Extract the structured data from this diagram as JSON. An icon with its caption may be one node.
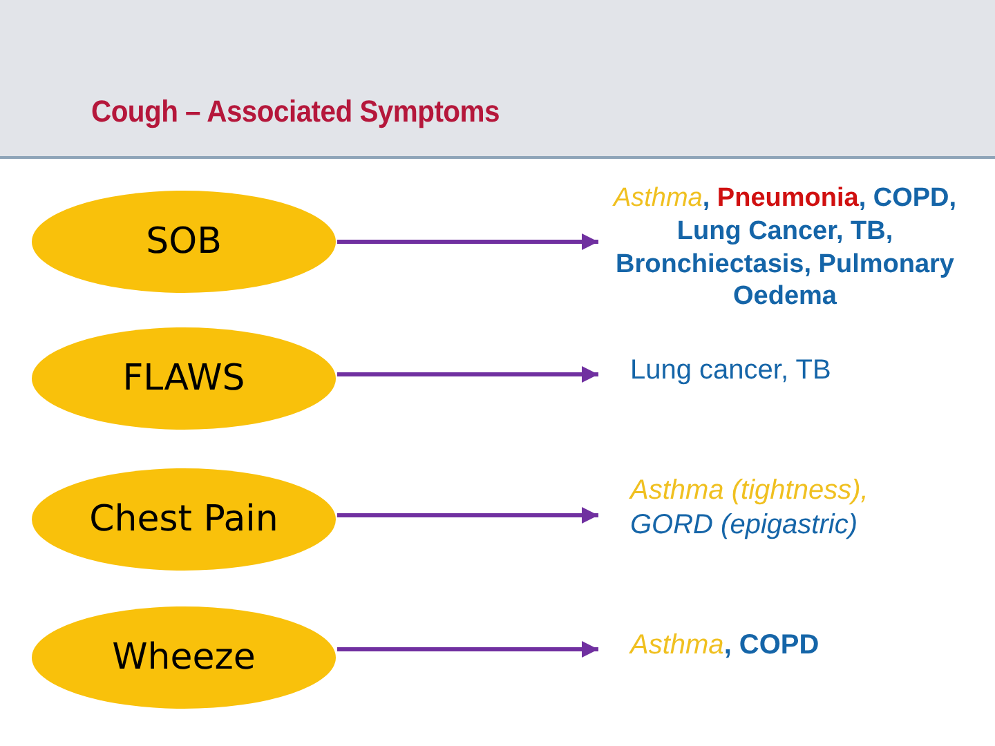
{
  "diagram": {
    "title": "Cough – Associated Symptoms",
    "nodes": [
      {
        "text": [
          "SOB"
        ]
      },
      {
        "text": [
          "*Asthma*, **Pneumonia**, COPD, Lung Cancer, TB, Bronchiectasis, Pulmonary Oedema"
        ]
      },
      {
        "text": [
          "FLAWS"
        ]
      },
      {
        "text": [
          "Lung cancer, TB"
        ]
      },
      {
        "text": [
          "Chest Pain"
        ]
      },
      {
        "text": [
          "Asthma (tightness),",
          "GORD (epigastric)"
        ]
      },
      {
        "text": [
          "Wheeze"
        ]
      },
      {
        "text": [
          "*Asthma*, COPD"
        ]
      }
    ],
    "edges": [
      {
        "from": 0,
        "to": 1,
        "arrow": "to"
      },
      {
        "from": 2,
        "to": 3,
        "arrow": "to"
      },
      {
        "from": 4,
        "to": 5,
        "arrow": "to"
      },
      {
        "from": 6,
        "to": 7,
        "arrow": "to"
      }
    ]
  }
}
